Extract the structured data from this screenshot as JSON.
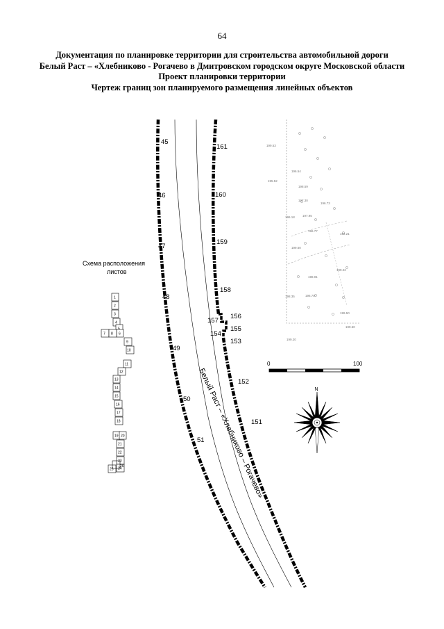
{
  "page_number": "64",
  "header": {
    "line1": "Документация по планировке территории для строительства автомобильной дороги",
    "line2": "Белый Раст – «Хлебниково - Рогачево в Дмитровском городском округе Московской области",
    "line3": "Проект планировки территории",
    "line4": "Чертеж границ зон планируемого размещения линейных объектов"
  },
  "road_name": "Белый Раст – «Хлебниково – Рогачево»",
  "scheme": {
    "caption_line1": "Схема расположения",
    "caption_line2": "листов",
    "sheets": [
      "1",
      "2",
      "3",
      "4",
      "5",
      "6",
      "7",
      "8",
      "9",
      "10",
      "11",
      "12",
      "13",
      "14",
      "15",
      "16",
      "17",
      "18",
      "19",
      "20",
      "21",
      "22",
      "23",
      "24",
      "25",
      "26"
    ]
  },
  "left_boundary_points": [
    "45",
    "46",
    "47",
    "48",
    "49",
    "50",
    "51"
  ],
  "right_boundary_points": [
    "161",
    "160",
    "159",
    "158",
    "157",
    "156",
    "155",
    "154",
    "153",
    "152",
    "151"
  ],
  "scale_bar": {
    "start": "0",
    "end": "100"
  },
  "north_arrow": {
    "label": "N"
  },
  "topo_labels": [
    "199.53",
    "195.52",
    "196.54",
    "198.59",
    "197.30",
    "196.18",
    "196.73",
    "197.95",
    "196.77",
    "199.60",
    "198.01",
    "196.70",
    "192.21",
    "199.22",
    "198.35",
    "199.50",
    "199.50",
    "199.20"
  ]
}
